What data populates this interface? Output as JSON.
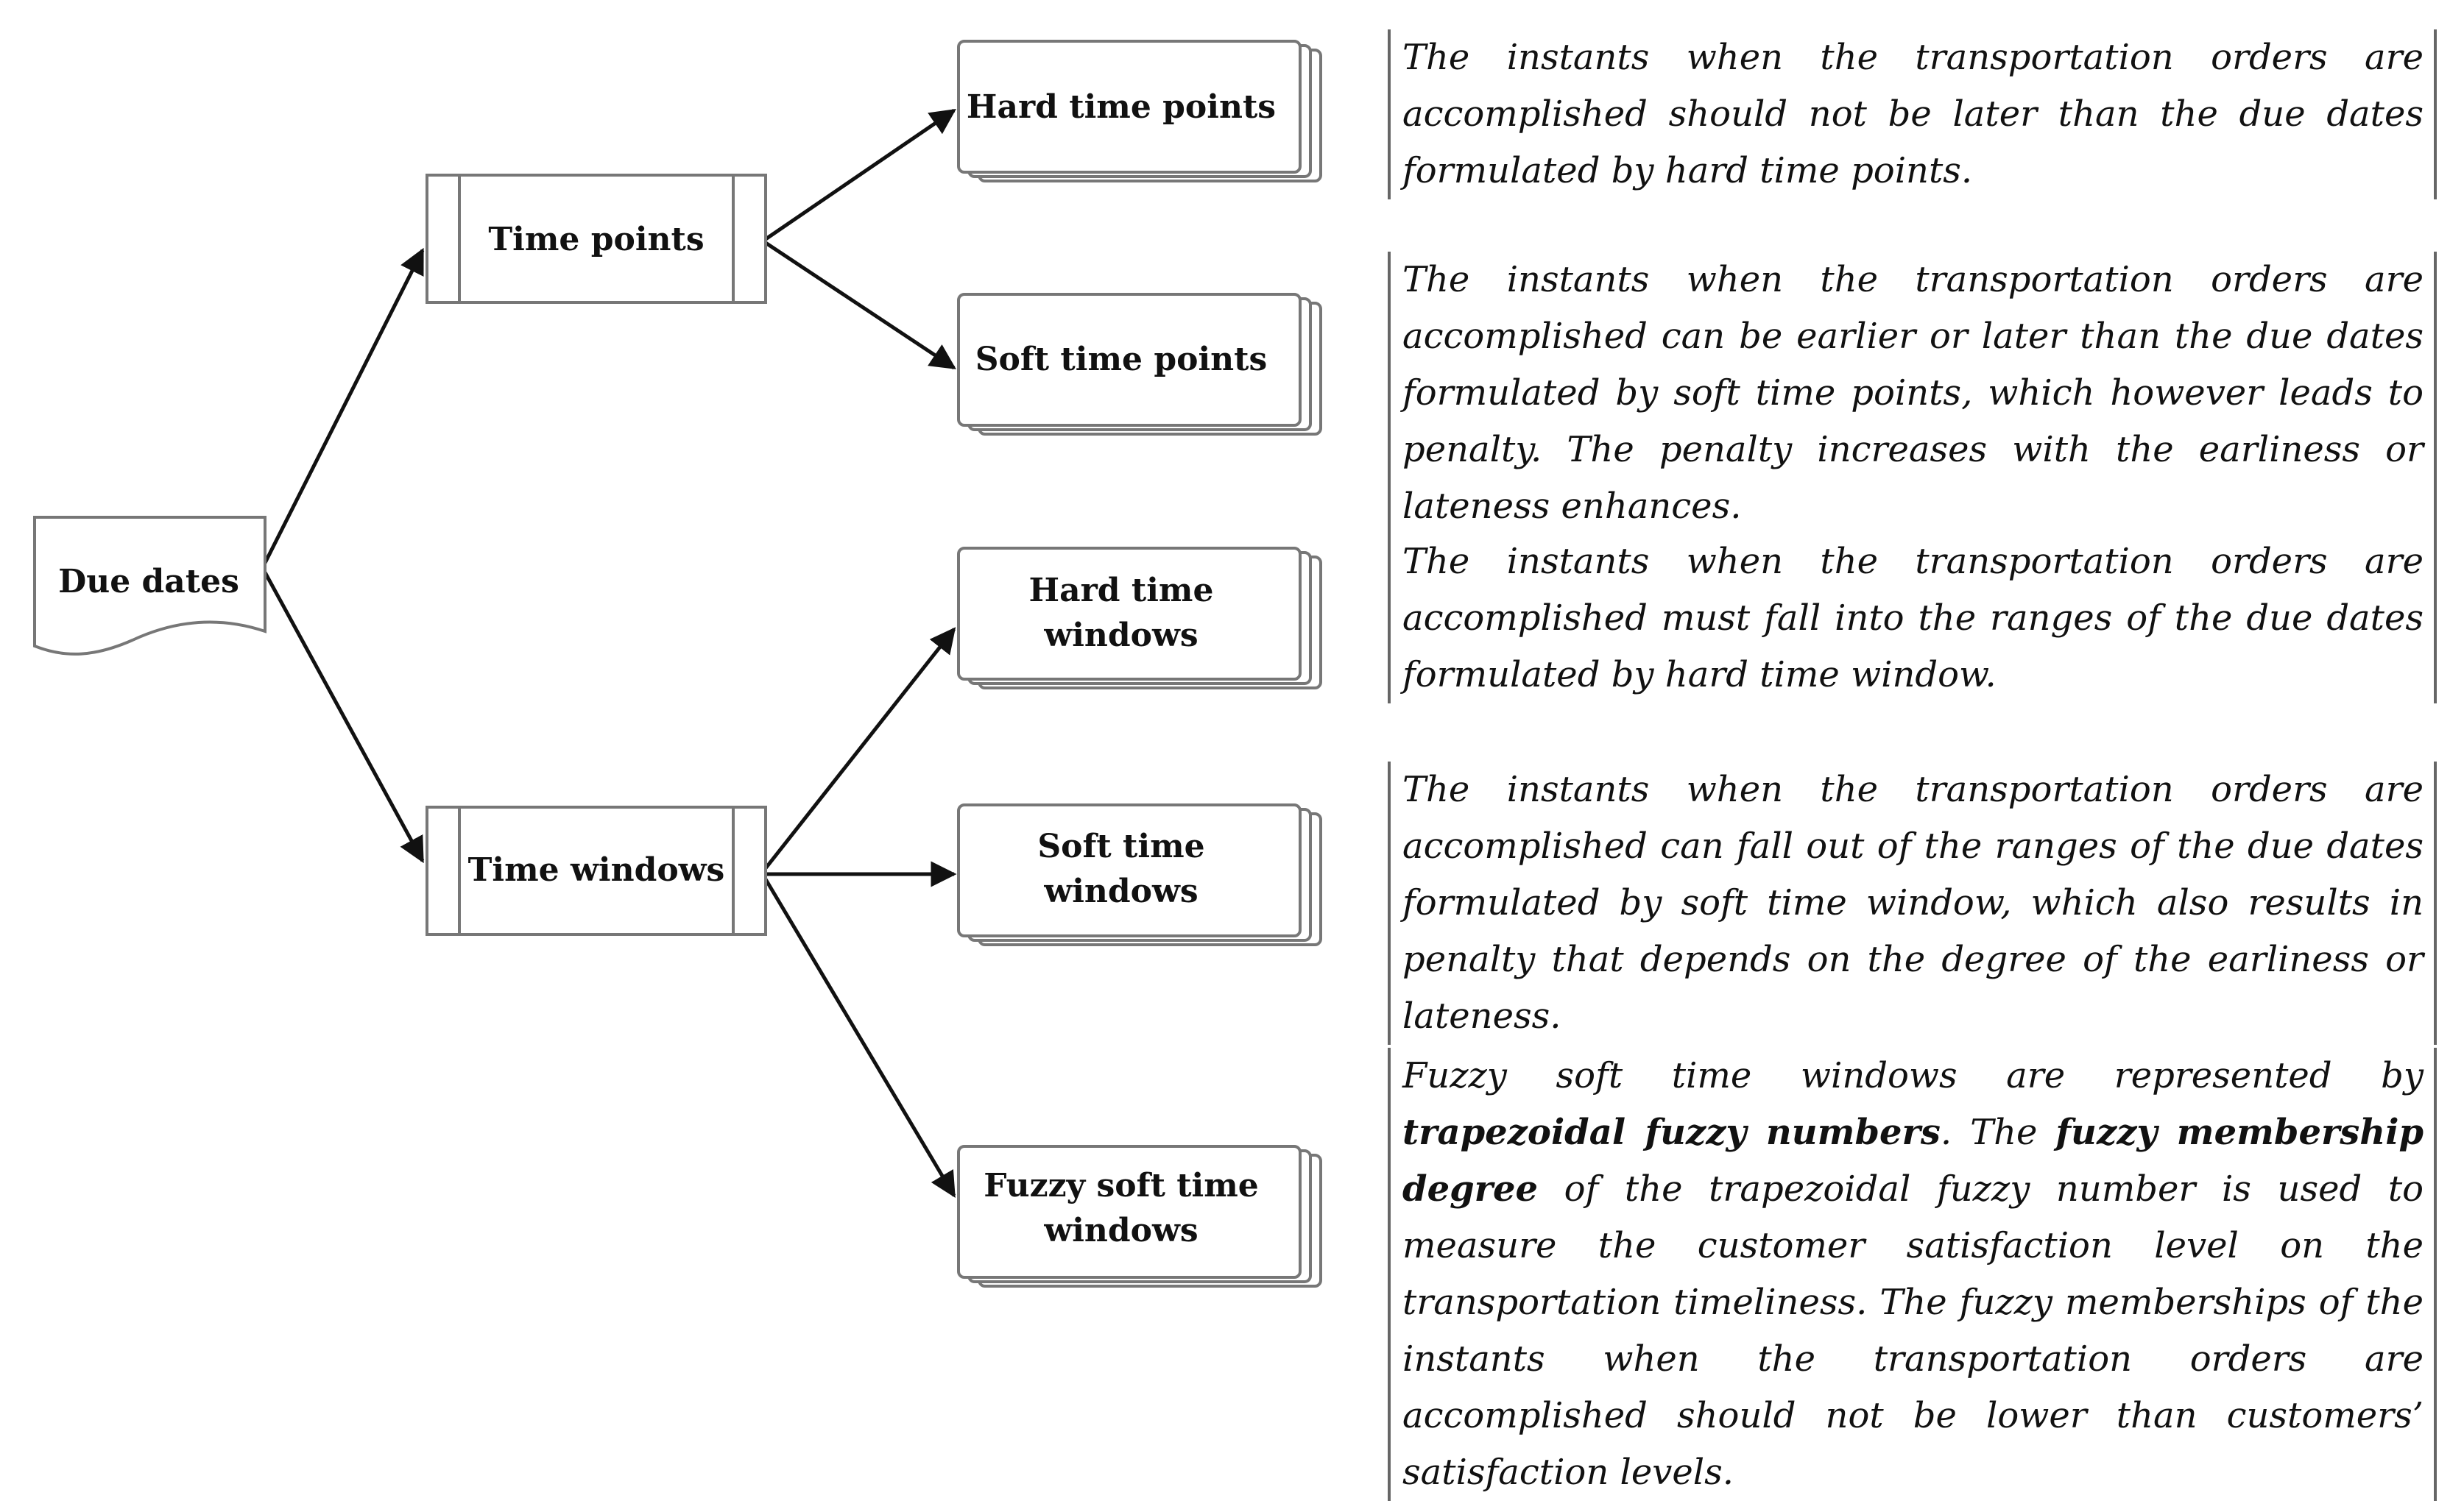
{
  "nodes": {
    "root": "Due dates",
    "time_points": "Time points",
    "time_windows": "Time windows",
    "hard_time_points": "Hard time points",
    "soft_time_points": "Soft time points",
    "hard_time_windows": [
      "Hard time",
      "windows"
    ],
    "soft_time_windows": [
      "Soft time",
      "windows"
    ],
    "fuzzy_soft_time_windows": [
      "Fuzzy soft time",
      "windows"
    ]
  },
  "descriptions": {
    "hard_time_points": "The instants when the transportation orders are accomplished should not be later than the due dates formulated by hard time points.",
    "soft_time_points": "The instants when the transportation orders are accomplished can be earlier or later than the due dates formulated by soft time points, which however leads to penalty. The penalty increases with the earliness or lateness enhances.",
    "hard_time_windows": "The instants when the transportation orders are accomplished must fall into the ranges of the due dates formulated by hard time window.",
    "soft_time_windows": "The instants when the transportation orders are accomplished can fall out of the ranges of the due dates formulated by soft time window, which also results in penalty that depends on the degree of the earliness or lateness.",
    "fuzzy": {
      "part1": "Fuzzy soft time windows are represented by ",
      "bold1": "trapezoidal fuzzy numbers",
      "part2": ". The ",
      "bold2": "fuzzy membership degree",
      "part3": " of the trapezoidal fuzzy number is used to measure the customer satisfaction level on the transportation timeliness. The fuzzy memberships of the instants when the transportation orders are accomplished should not be lower than customers’ satisfaction levels."
    }
  }
}
